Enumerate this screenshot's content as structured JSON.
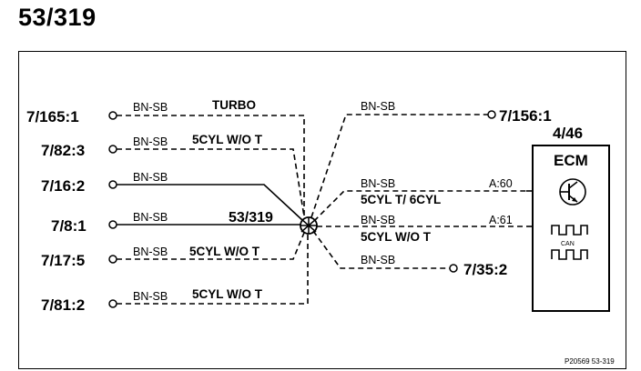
{
  "title": "53/319",
  "splice": {
    "label": "53/319"
  },
  "left_connectors": [
    {
      "name": "7/165:1",
      "wire": "BN-SB",
      "note": "TURBO"
    },
    {
      "name": "7/82:3",
      "wire": "BN-SB",
      "note": "5CYL W/O T"
    },
    {
      "name": "7/16:2",
      "wire": "BN-SB",
      "note": ""
    },
    {
      "name": "7/8:1",
      "wire": "BN-SB",
      "note": ""
    },
    {
      "name": "7/17:5",
      "wire": "BN-SB",
      "note": "5CYL W/O T"
    },
    {
      "name": "7/81:2",
      "wire": "BN-SB",
      "note": "5CYL W/O T"
    }
  ],
  "right_connectors": [
    {
      "name": "7/156:1",
      "wire": "BN-SB",
      "note": ""
    },
    {
      "name": "",
      "wire": "BN-SB",
      "note": "5CYL T/ 6CYL",
      "pin": "A:60"
    },
    {
      "name": "",
      "wire": "BN-SB",
      "note": "5CYL W/O T",
      "pin": "A:61"
    },
    {
      "name": "7/35:2",
      "wire": "BN-SB",
      "note": ""
    }
  ],
  "ecm": {
    "ref": "4/46",
    "title": "ECM",
    "can_label": "CAN"
  },
  "footer_ref": "P20569 53-319"
}
